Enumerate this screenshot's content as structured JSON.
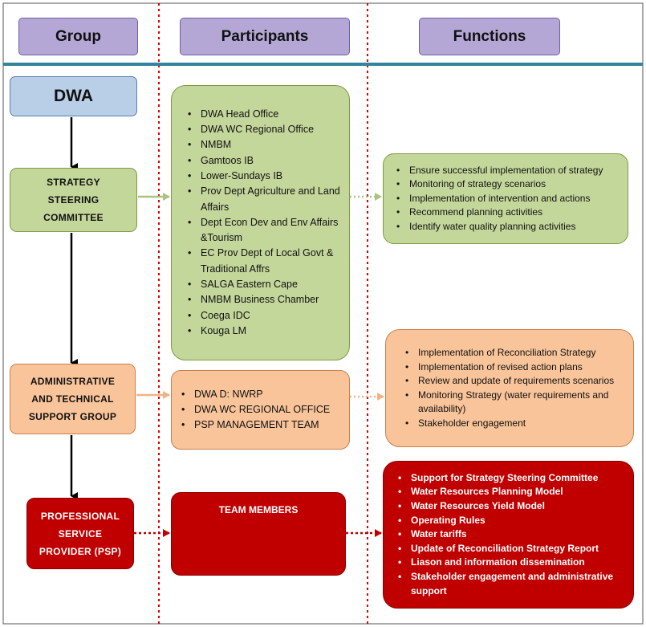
{
  "headers": {
    "group": "Group",
    "participants": "Participants",
    "functions": "Functions"
  },
  "dwa": "DWA",
  "steering": {
    "label": "STRATEGY\nSTEERING\nCOMMITTEE",
    "participants": [
      "DWA Head Office",
      "DWA WC Regional Office",
      "NMBM",
      "Gamtoos IB",
      "Lower-Sundays IB",
      "Prov Dept Agriculture and Land Affairs",
      "Dept Econ Dev and Env Affairs &Tourism",
      "EC Prov Dept of Local Govt & Traditional Affrs",
      "SALGA Eastern Cape",
      "NMBM Business Chamber",
      "Coega IDC",
      "Kouga LM"
    ],
    "functions": [
      "Ensure successful implementation of strategy",
      "Monitoring of strategy scenarios",
      "Implementation of intervention and actions",
      "Recommend planning activities",
      "Identify water quality planning activities"
    ]
  },
  "admin": {
    "label": "ADMINISTRATIVE\nAND TECHNICAL\nSUPPORT GROUP",
    "participants": [
      "DWA D: NWRP",
      "DWA WC REGIONAL OFFICE",
      "PSP MANAGEMENT TEAM"
    ],
    "functions": [
      "Implementation of Reconciliation Strategy",
      "Implementation of revised action plans",
      "Review and update of requirements scenarios",
      "Monitoring Strategy (water requirements and availability)",
      "Stakeholder engagement"
    ]
  },
  "psp": {
    "label": "PROFESSIONAL\nSERVICE\nPROVIDER (PSP)",
    "participants_label": "TEAM MEMBERS",
    "functions": [
      "Support for Strategy Steering Committee",
      "Water Resources Planning Model",
      "Water Resources Yield Model",
      "Operating Rules",
      "Water tariffs",
      "Update of Reconciliation Strategy Report",
      "Liason and information dissemination",
      "Stakeholder engagement and administrative support"
    ]
  },
  "colors": {
    "header": "#b4a7d6",
    "dwa": "#b9cfe8",
    "green": "#c4d79b",
    "orange": "#f9c49a",
    "red": "#c00000",
    "separator": "#31849b",
    "column_divider": "#e00000"
  }
}
